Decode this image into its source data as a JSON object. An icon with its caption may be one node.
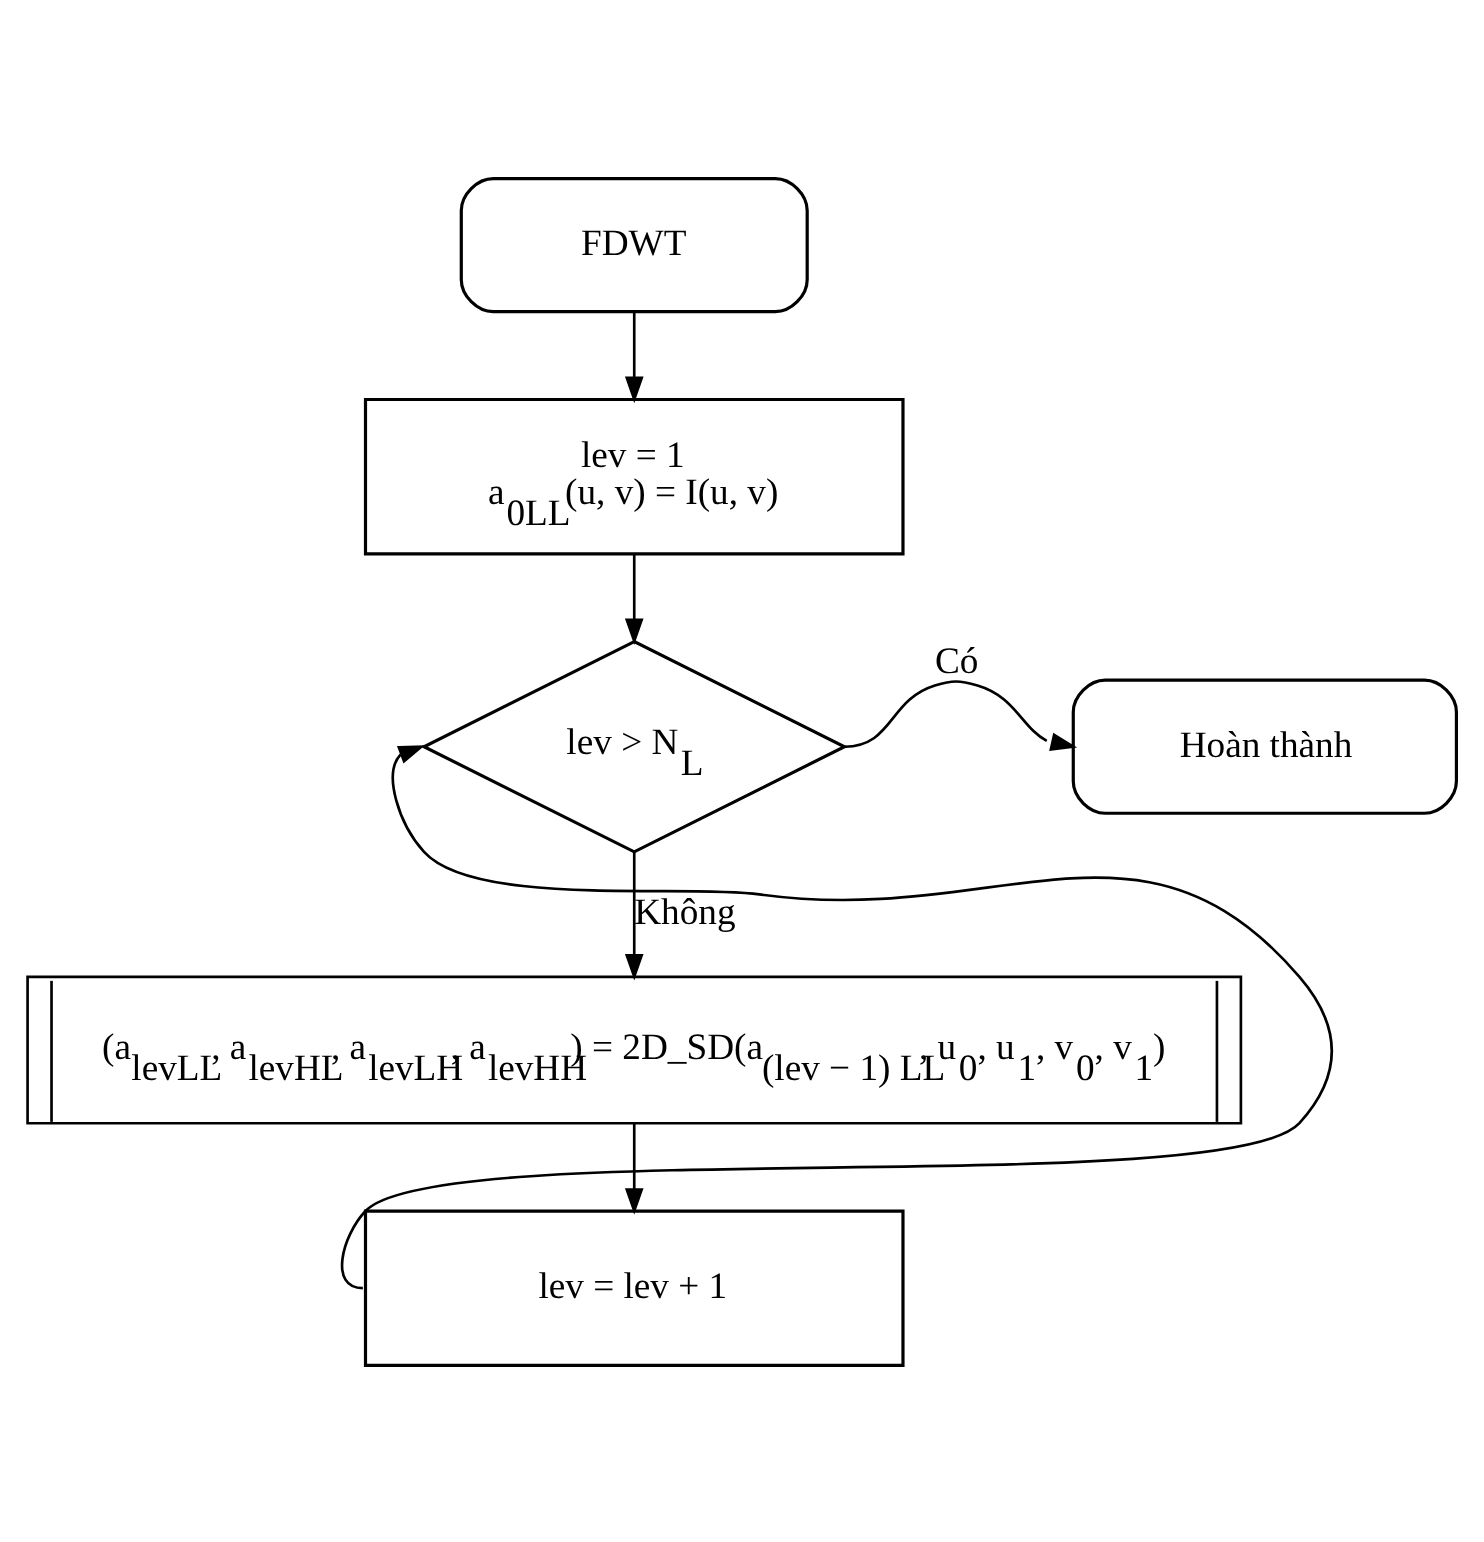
{
  "diagram": {
    "nodes": [
      {
        "text": [
          "FDWT"
        ]
      },
      {
        "text": [
          "lev = 1",
          "a$_{0LL}$(u, v) = I(u, v)"
        ]
      },
      {
        "text": [
          "lev > N$_{L}$"
        ]
      },
      {
        "text": [
          "Hoàn thành"
        ]
      },
      {
        "text": [
          "(a$_{levLL}$, a$_{levHL}$, a$_{levLH}$, a$_{levHH}$) = 2D_SD(a$_{(lev − 1) LL}$, u$_{0}$, u$_{1}$, v$_{0}$, v$_{1}$)"
        ]
      },
      {
        "text": [
          "lev = lev + 1"
        ]
      }
    ],
    "edges": [
      {
        "from": 0,
        "to": 1,
        "arrow": "to"
      },
      {
        "from": 1,
        "to": 2,
        "arrow": "to"
      },
      {
        "from": 2,
        "to": 3,
        "arrow": "to",
        "label": "Có"
      },
      {
        "from": 2,
        "to": 4,
        "arrow": "to",
        "label": "Không"
      },
      {
        "from": 4,
        "to": 5,
        "arrow": "to"
      },
      {
        "from": 5,
        "to": 2,
        "arrow": "to"
      }
    ]
  }
}
